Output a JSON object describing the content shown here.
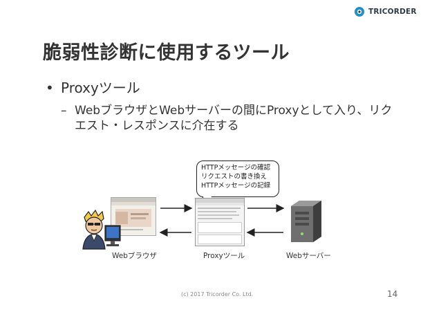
{
  "logo": {
    "text": "TRICORDER"
  },
  "slide": {
    "title": "脆弱性診断に使用するツール",
    "bullet": "Proxyツール",
    "bullet_marker": "•",
    "sub_marker": "–",
    "sub_text": "WebブラウザとWebサーバーの間にProxyとして入り、リクエスト・レスポンスに介在する"
  },
  "diagram": {
    "callout_lines": [
      "HTTPメッセージの確認",
      "リクエストの書き換え",
      "HTTPメッセージの記録"
    ],
    "label_browser": "Webブラウザ",
    "label_proxy": "Proxyツール",
    "label_server": "Webサーバー"
  },
  "footer": {
    "copyright": "(c) 2017 Tricorder Co. Ltd.",
    "page": "14"
  },
  "colors": {
    "text": "#333333",
    "logo_blue": "#1f8fc9",
    "server": "#6f6f6f",
    "arrow": "#222222"
  }
}
